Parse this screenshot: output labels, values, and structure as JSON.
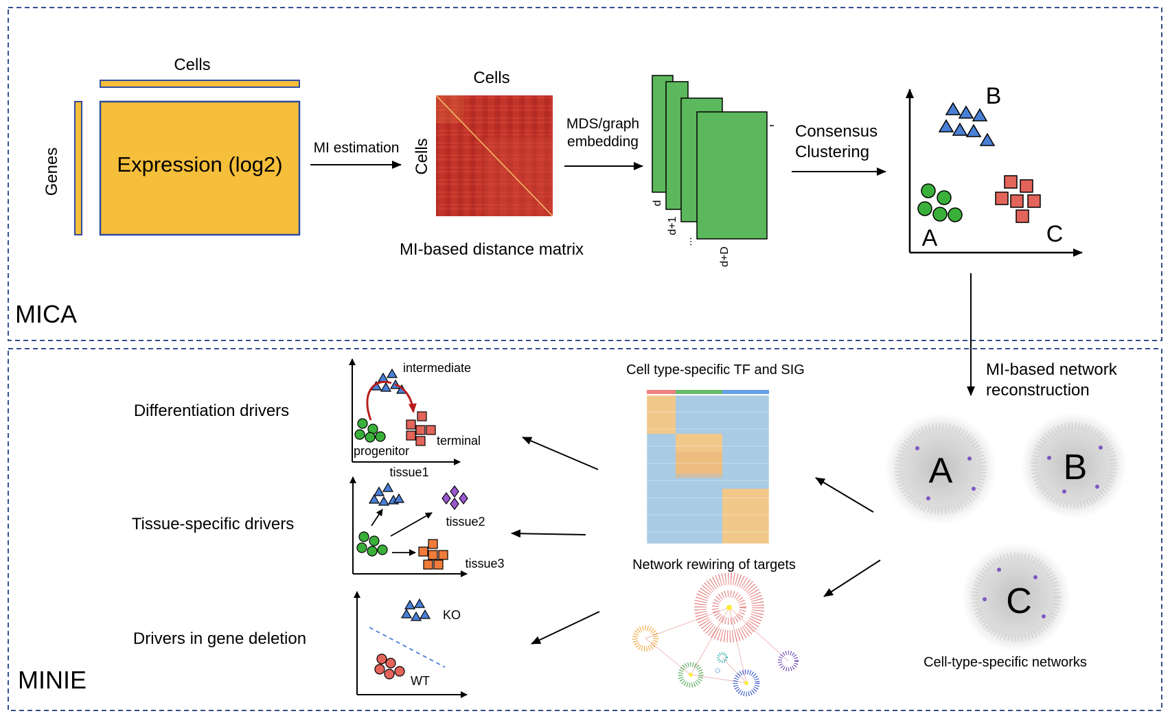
{
  "panels": {
    "top_label": "MICA",
    "bottom_label": "MINIE"
  },
  "mica": {
    "cells_label_1": "Cells",
    "genes_label": "Genes",
    "expression_label": "Expression (log2)",
    "mi_estimation": "MI estimation",
    "cells_label_2": "Cells",
    "cells_label_3": "Cells",
    "distance_matrix_caption": "MI-based distance matrix",
    "embedding_label_line1": "MDS/graph",
    "embedding_label_line2": "embedding",
    "embedding_dims": [
      "d",
      "d+1",
      "...",
      "d+D"
    ],
    "clustering_line1": "Consensus",
    "clustering_line2": "Clustering",
    "clusters": [
      "A",
      "B",
      "C"
    ]
  },
  "network": {
    "reconstruction_line1": "MI-based network",
    "reconstruction_line2": "reconstruction",
    "network_labels": [
      "A",
      "B",
      "C"
    ],
    "caption": "Cell-type-specific networks"
  },
  "minie": {
    "heatmap_title": "Cell type-specific TF and SIG",
    "rewiring_title": "Network rewiring of targets",
    "drivers": [
      "Differentiation drivers",
      "Tissue-specific drivers",
      "Drivers in gene deletion"
    ],
    "diff_labels": {
      "intermediate": "intermediate",
      "progenitor": "progenitor",
      "terminal": "terminal"
    },
    "tissue_labels": {
      "t1": "tissue1",
      "t2": "tissue2",
      "t3": "tissue3"
    },
    "deletion_labels": {
      "ko": "KO",
      "wt": "WT"
    }
  },
  "colors": {
    "frame": "#2f4f8f",
    "expression": "#f5be3b",
    "expression_border": "#2e4a9e",
    "matrix": "#c2342a",
    "embedding": "#5cb85c",
    "cluster_a": "#3ab03a",
    "cluster_b": "#4a7fd6",
    "cluster_c": "#e2645a",
    "tissue2": "#9b59d0",
    "tissue3": "#f07b3a",
    "heat_red": "#f08080",
    "heat_green": "#66bb6a",
    "heat_blue": "#64a0e6",
    "arrow_curve": "#b71c1c"
  },
  "icons": [
    "arrow-icon",
    "triangle-icon",
    "circle-icon",
    "square-icon",
    "diamond-icon"
  ]
}
